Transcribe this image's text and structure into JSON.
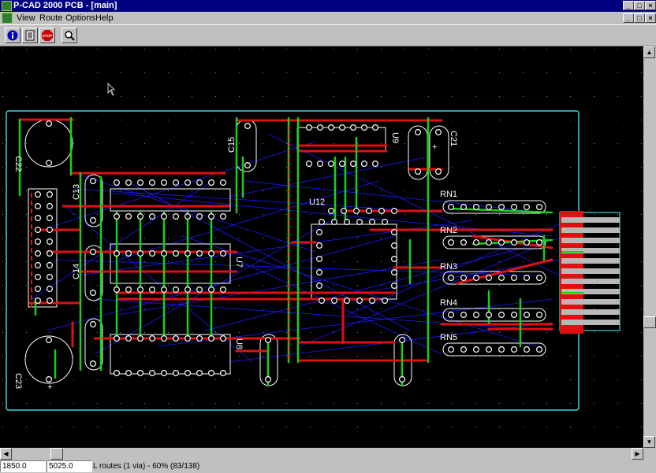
{
  "window": {
    "title": "P-CAD 2000 PCB - [main]",
    "controls": [
      "_",
      "□",
      "×"
    ],
    "doc_controls": [
      "_",
      "□",
      "×"
    ]
  },
  "menu": [
    "View",
    "Route",
    "Options",
    "Help"
  ],
  "toolbar": {
    "buttons": [
      "info-icon",
      "document-icon",
      "stop-icon",
      "zoom-icon"
    ],
    "stop_label": "STOP"
  },
  "board": {
    "labels": {
      "u12": "U12",
      "u9": "U9",
      "c21": "C21",
      "rn1": "RN1",
      "rn2": "RN2",
      "rn3": "RN3",
      "rn4": "RN4",
      "rn5": "RN5",
      "c22": "C22",
      "c23": "C23",
      "c15": "C15",
      "u7": "U7",
      "u8": "U8",
      "c13": "C13",
      "c14": "C14",
      "plus": "+"
    }
  },
  "status": {
    "x": "1850.0",
    "y": "5025.0",
    "message": "L routes (1 via) - 60% (83/138)"
  }
}
